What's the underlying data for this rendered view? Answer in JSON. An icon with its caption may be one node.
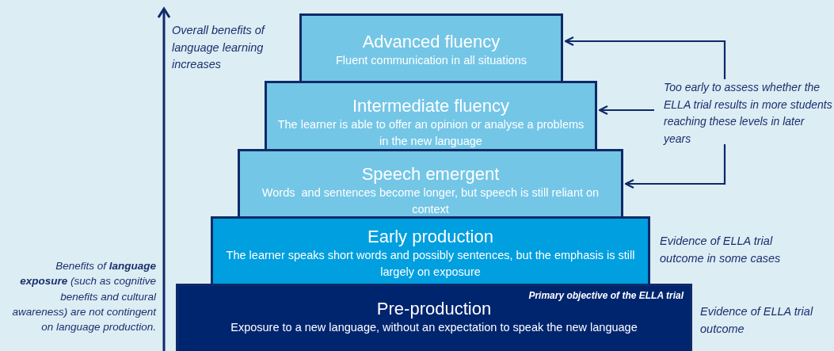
{
  "diagram": {
    "nodes": [
      {
        "text": [
          "Advanced fluency",
          "Fluent communication in all situations"
        ]
      },
      {
        "text": [
          "Intermediate fluency",
          "The learner is able to offer an opinion or analyse a problems in the new language"
        ]
      },
      {
        "text": [
          "Speech emergent",
          "Words  and sentences become longer, but speech is still reliant on context"
        ]
      },
      {
        "text": [
          "Early production",
          "The learner speaks short words and possibly sentences, but the emphasis is still largely on exposure"
        ],
        "beside": [
          "Evidence of ELLA trial outcome in some cases"
        ]
      },
      {
        "text": [
          "Primary objective of the ELLA trial",
          "Pre-production",
          "Exposure to a new language, without an expectation to speak the new language"
        ],
        "beside": [
          "Evidence of ELLA trial outcome"
        ]
      },
      {
        "text": [
          "Too early to assess whether the ELLA trial results in more students reaching these levels in later years"
        ]
      }
    ],
    "edges": [
      {
        "from": 5,
        "to": 0,
        "arrow": "to"
      },
      {
        "from": 5,
        "to": 1,
        "arrow": "to"
      },
      {
        "from": 5,
        "to": 2,
        "arrow": "to"
      }
    ],
    "labels": [
      "Overall benefits of language learning increases",
      "Benefits of **language exposure** (such as cognitive benefits and cultural awareness) are not contingent on language production."
    ]
  }
}
